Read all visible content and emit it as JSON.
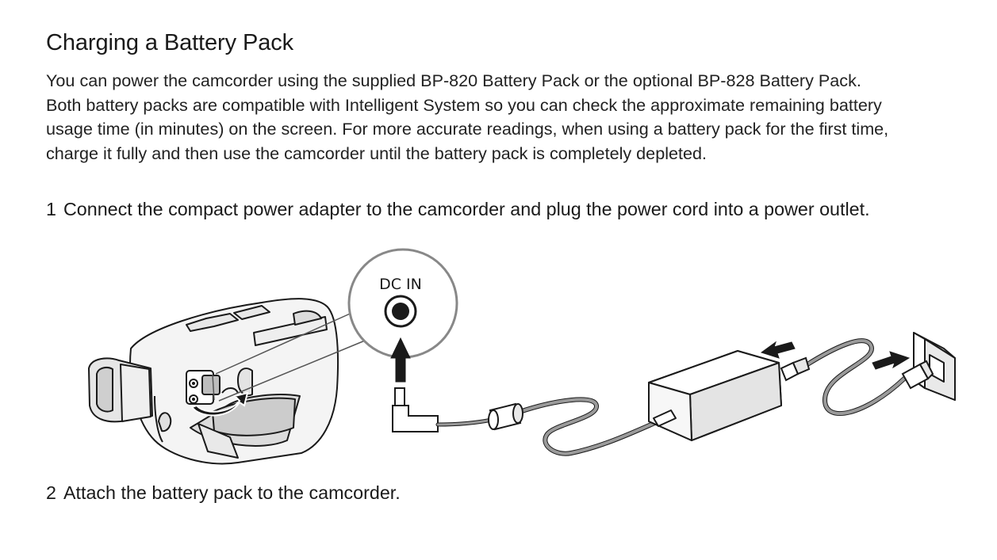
{
  "heading": "Charging a Battery Pack",
  "intro": {
    "lines": [
      "You can power the camcorder using the supplied BP-820 Battery Pack or the optional BP-828 Battery Pack.",
      "Both battery packs are compatible with Intelligent System so you can check the approximate remaining battery",
      "usage time (in minutes) on the screen. For more accurate readings, when using a battery pack for the first time,",
      "charge it fully and then use the camcorder until the battery pack is completely depleted."
    ]
  },
  "steps": [
    {
      "number": "1",
      "text": "Connect the compact power adapter to the camcorder and plug the power cord into a power outlet."
    },
    {
      "number": "2",
      "text": "Attach the battery pack to the camcorder."
    }
  ],
  "illustration": {
    "terminal_label": "DC IN"
  }
}
